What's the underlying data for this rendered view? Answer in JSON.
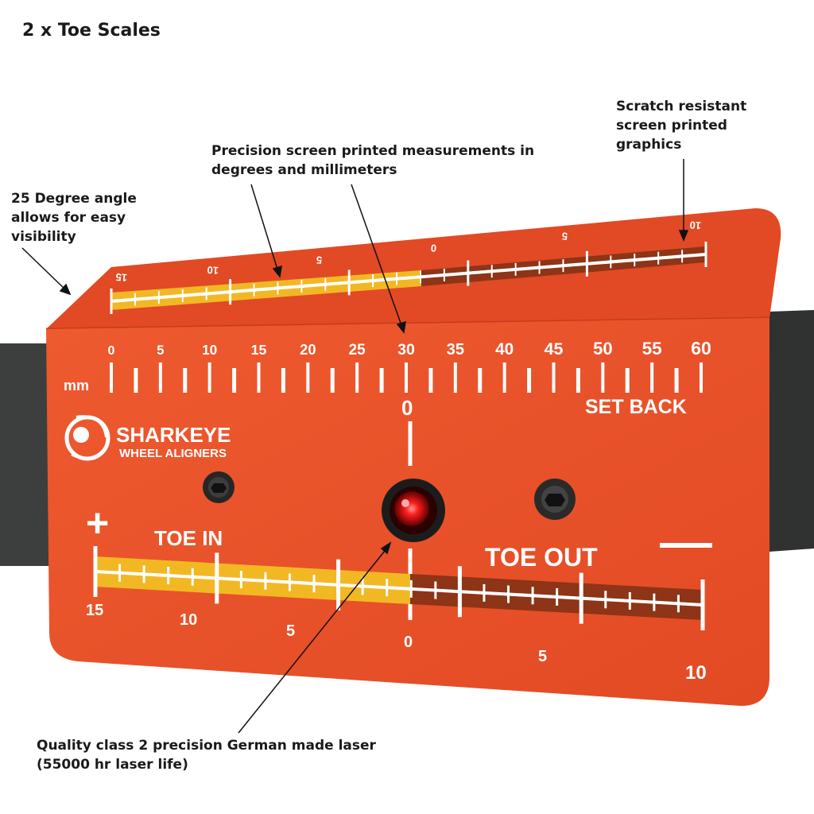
{
  "title": "2 x Toe Scales",
  "annotations": {
    "scratch_resistant": "Scratch resistant\nscreen printed\ngraphics",
    "precision_measurements": "Precision screen printed measurements in\ndegrees and millimeters",
    "angle": "25 Degree angle\nallows for easy\nvisibility",
    "laser": "Quality class 2 precision German made laser\n(55000 hr laser life)"
  },
  "device": {
    "brand": "SHARKEYE",
    "sub_brand": "WHEEL ALIGNERS",
    "mm_label": "mm",
    "setback_label": "SET BACK",
    "zero_label": "0",
    "toe_in_label": "TOE IN",
    "toe_out_label": "TOE OUT",
    "plus_sign": "+",
    "mm_scale_labels": [
      "0",
      "5",
      "10",
      "15",
      "20",
      "25",
      "30",
      "35",
      "40",
      "45",
      "50",
      "55",
      "60"
    ],
    "toe_in_numbers": [
      "15",
      "10",
      "5"
    ],
    "toe_out_numbers": [
      "0",
      "5",
      "10"
    ],
    "top_scale_numbers": [
      "15",
      "10",
      "5",
      "0",
      "5",
      "10"
    ],
    "colors": {
      "plate": "#e8502a",
      "plate_edge": "#b93a1c",
      "toe_in_band": "#f2b824",
      "toe_out_band": "#8e3417",
      "mount_bar": "#3c3f3d",
      "laser": "#ff2a2a"
    }
  }
}
